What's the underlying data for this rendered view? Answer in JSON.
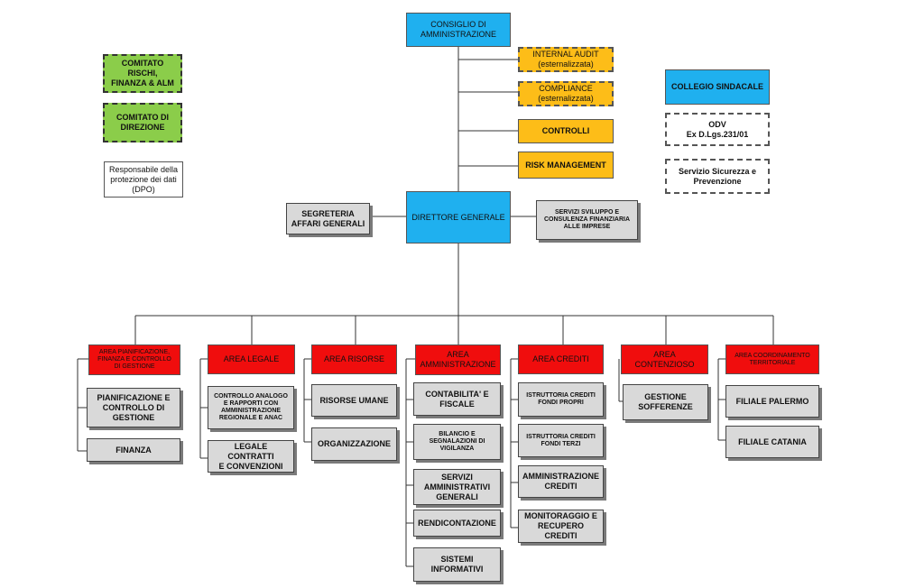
{
  "top": {
    "board": "CONSIGLIO DI\nAMMINISTRAZIONE",
    "internal_audit": "INTERNAL AUDIT\n(esternalizzata)",
    "compliance": "COMPLIANCE\n(esternalizzata)",
    "controlli": "CONTROLLI",
    "risk_management": "RISK MANAGEMENT",
    "director": "DIRETTORE GENERALE",
    "secretariat": "SEGRETERIA\nAFFARI GENERALI",
    "development": "SERVIZI SVILUPPO E\nCONSULENZA FINANZIARIA\nALLE IMPRESE"
  },
  "left_committees": {
    "risk_committee": "COMITATO RISCHI,\nFINANZA & ALM",
    "management_committee": "COMITATO DI\nDIREZIONE",
    "dpo": "Responsabile della\nprotezione dei dati\n(DPO)"
  },
  "right_bodies": {
    "statutory_board": "COLLEGIO SINDACALE",
    "odv": "ODV\nEx D.Lgs.231/01",
    "safety": "Servizio Sicurezza e\nPrevenzione"
  },
  "areas": [
    {
      "title": "AREA PIANIFICAZIONE,\nFINANZA E CONTROLLO\nDI GESTIONE",
      "units": [
        "PIANIFICAZIONE E\nCONTROLLO DI\nGESTIONE",
        "FINANZA"
      ]
    },
    {
      "title": "AREA LEGALE",
      "units": [
        "CONTROLLO ANALOGO\nE RAPPORTI CON\nAMMINISTRAZIONE\nREGIONALE E ANAC",
        "LEGALE CONTRATTI\nE CONVENZIONI"
      ]
    },
    {
      "title": "AREA RISORSE",
      "units": [
        "RISORSE UMANE",
        "ORGANIZZAZIONE"
      ]
    },
    {
      "title": "AREA\nAMMINISTRAZIONE",
      "units": [
        "CONTABILITA' E\nFISCALE",
        "BILANCIO E\nSEGNALAZIONI DI\nVIGILANZA",
        "SERVIZI\nAMMINISTRATIVI\nGENERALI",
        "RENDICONTAZIONE",
        "SISTEMI\nINFORMATIVI"
      ]
    },
    {
      "title": "AREA CREDITI",
      "units": [
        "ISTRUTTORIA CREDITI\nFONDI PROPRI",
        "ISTRUTTORIA CREDITI\nFONDI TERZI",
        "AMMINISTRAZIONE\nCREDITI",
        "MONITORAGGIO E\nRECUPERO CREDITI"
      ]
    },
    {
      "title": "AREA CONTENZIOSO",
      "units": [
        "GESTIONE\nSOFFERENZE"
      ]
    },
    {
      "title": "AREA COORDINAMENTO\nTERRITORIALE",
      "units": [
        "FILIALE PALERMO",
        "FILIALE CATANIA"
      ]
    }
  ]
}
